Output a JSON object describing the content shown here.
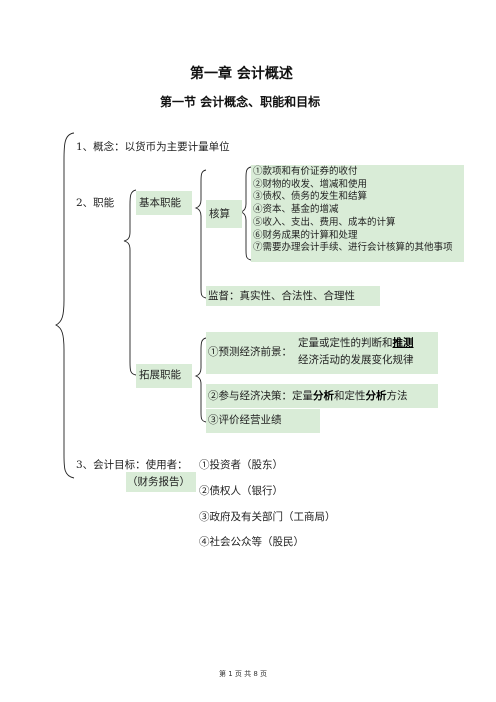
{
  "chapter_title": "第一章  会计概述",
  "section_title": "第一节   会计概念、职能和目标",
  "concept": "1、概念：以货币为主要计量单位",
  "function_label": "2、职能",
  "basic_function": "基本职能",
  "accounting": "核算",
  "accounting_items": [
    "①款项和有价证券的收付",
    "②财物的收发、增减和使用",
    "③债权、债务的发生和结算",
    "④资本、基金的增减",
    "⑤收入、支出、费用、成本的计算",
    "⑥财务成果的计算和处理",
    "⑦需要办理会计手续、进行会计核算的其他事项"
  ],
  "supervision": "监督：真实性、合法性、合理性",
  "extended_function": "拓展职能",
  "forecast_label": "①预测经济前景：",
  "forecast_line1_a": "定量或定性的判断和",
  "forecast_line1_b": "推测",
  "forecast_line2": "经济活动的发展变化规律",
  "decision_a": "②参与经济决策：定量",
  "decision_b": "分析",
  "decision_c": "和定性",
  "decision_d": "分析",
  "decision_e": "方法",
  "evaluate": "③评价经营业绩",
  "goal_label": "3、会计目标：使用者：",
  "report_label": "（财务报告）",
  "users": [
    "①投资者（股东）",
    "②债权人（银行）",
    "③政府及有关部门（工商局）",
    "④社会公众等（股民）"
  ],
  "footer": "第  1  页  共  8  页"
}
